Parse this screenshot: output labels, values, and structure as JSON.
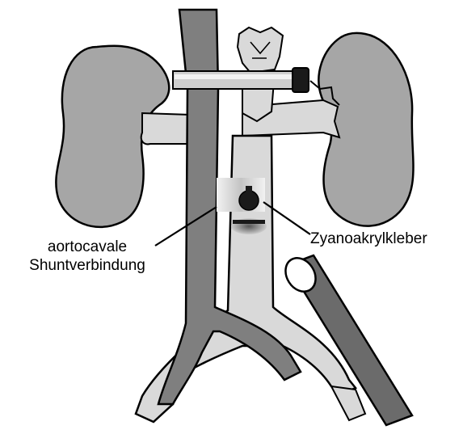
{
  "labels": {
    "shunt_line1": "aortocavale",
    "shunt_line2": "Shuntverbindung",
    "glue": "Zyanoakrylkleber"
  },
  "colors": {
    "outline": "#000000",
    "kidney_fill": "#a6a6a6",
    "vein_fill": "#d9d9d9",
    "aorta_fill": "#7f7f7f",
    "dark_tube": "#6b6b6b",
    "background": "#ffffff"
  },
  "icons": [
    "kidney-left",
    "kidney-right",
    "heart-stump",
    "clamp-bar",
    "catheter",
    "shunt-patch",
    "glue-drop"
  ]
}
